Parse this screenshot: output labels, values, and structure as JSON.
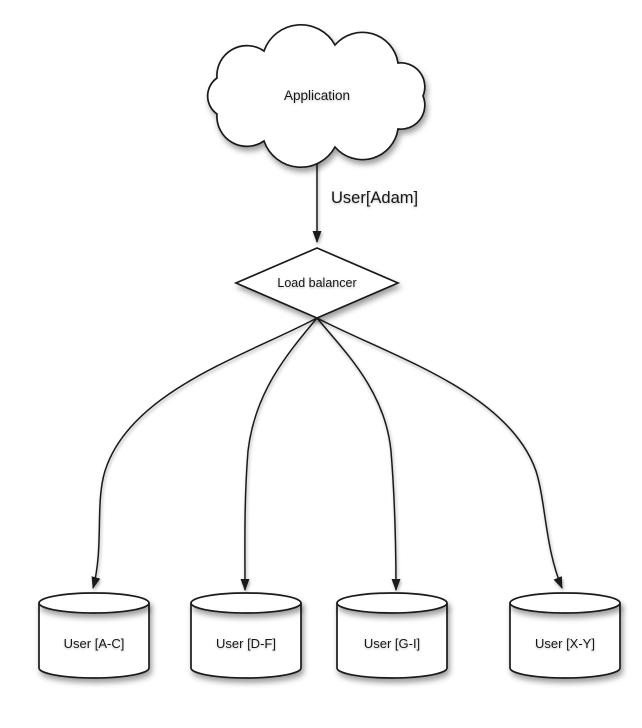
{
  "diagram": {
    "application": {
      "label": "Application",
      "shape": "cloud"
    },
    "request_edge": {
      "label": "User[Adam]",
      "from": "Application",
      "to": "Load balancer"
    },
    "load_balancer": {
      "label": "Load balancer",
      "shape": "diamond"
    },
    "shards": [
      {
        "label": "User [A-C]",
        "shape": "cylinder"
      },
      {
        "label": "User [D-F]",
        "shape": "cylinder"
      },
      {
        "label": "User [G-I]",
        "shape": "cylinder"
      },
      {
        "label": "User [X-Y]",
        "shape": "cylinder"
      }
    ],
    "edges": [
      {
        "from": "Application",
        "to": "Load balancer",
        "label": "User[Adam]"
      },
      {
        "from": "Load balancer",
        "to": "User [A-C]"
      },
      {
        "from": "Load balancer",
        "to": "User [D-F]"
      },
      {
        "from": "Load balancer",
        "to": "User [G-I]"
      },
      {
        "from": "Load balancer",
        "to": "User [X-Y]"
      }
    ],
    "colors": {
      "stroke": "#1a1a1a",
      "node_fill": "#ffffff",
      "background": "#ffffff",
      "text": "#161616"
    }
  }
}
